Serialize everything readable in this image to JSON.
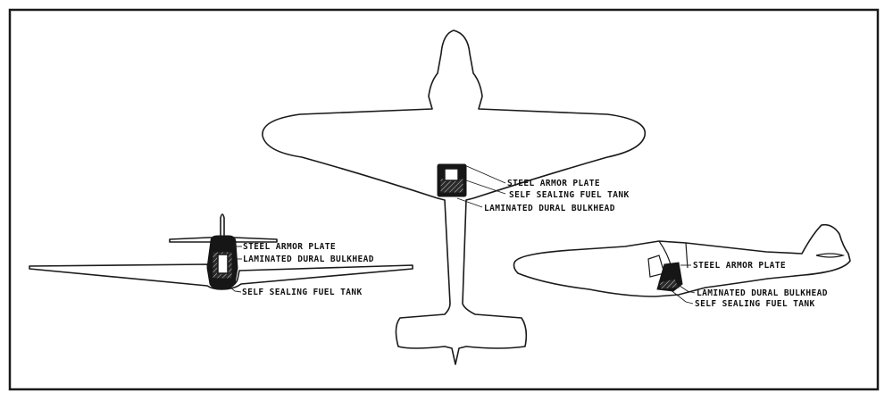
{
  "front_view": {
    "labels": {
      "steel_armor_plate": "STEEL ARMOR PLATE",
      "laminated_bulkhead": "LAMINATED DURAL BULKHEAD",
      "fuel_tank": "SELF SEALING FUEL TANK"
    }
  },
  "top_view": {
    "labels": {
      "steel_armor_plate": "STEEL ARMOR PLATE",
      "fuel_tank": "SELF SEALING FUEL TANK",
      "laminated_bulkhead": "LAMINATED DURAL BULKHEAD"
    }
  },
  "side_view": {
    "labels": {
      "steel_armor_plate": "STEEL ARMOR PLATE",
      "laminated_bulkhead": "LAMINATED DURAL BULKHEAD",
      "fuel_tank": "SELF SEALING FUEL TANK"
    }
  },
  "colors": {
    "ink": "#111111",
    "paper": "#ffffff"
  }
}
